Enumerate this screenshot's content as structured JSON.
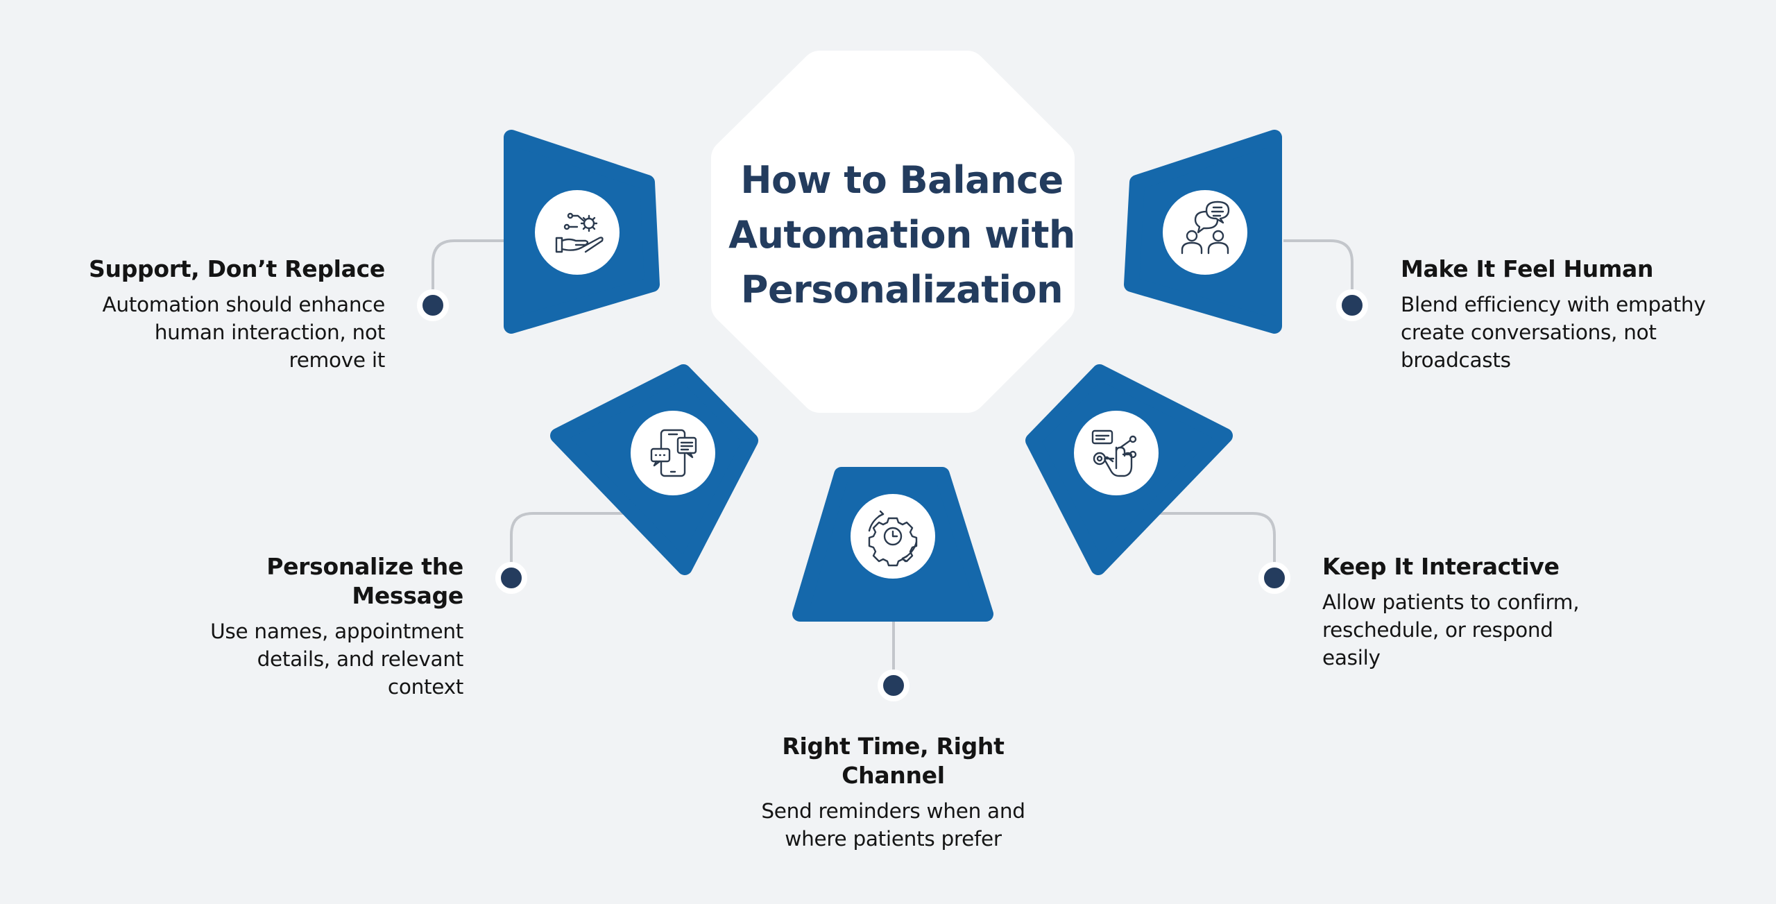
{
  "title": {
    "line1": "How to Balance",
    "line2": "Automation with",
    "line3": "Personalization"
  },
  "steps": [
    {
      "id": "support",
      "heading": "Support, Don’t Replace",
      "description": "Automation should enhance human interaction, not remove it",
      "icon": "hand-gears-icon"
    },
    {
      "id": "personalize",
      "heading": "Personalize the Message",
      "description": "Use names, appointment details, and relevant context",
      "icon": "phone-chat-icon"
    },
    {
      "id": "timing",
      "heading": "Right Time, Right Channel",
      "description": "Send reminders when and where patients prefer",
      "icon": "gear-clock-icon"
    },
    {
      "id": "interactive",
      "heading": "Keep It Interactive",
      "description": "Allow patients to confirm, reschedule, or respond easily",
      "icon": "touch-network-icon"
    },
    {
      "id": "human",
      "heading": "Make It Feel Human",
      "description": "Blend efficiency with empathy create conversations, not broadcasts",
      "icon": "people-chat-icon"
    }
  ],
  "colors": {
    "background": "#f1f3f5",
    "panel": "#1568ab",
    "title": "#233c5e",
    "dot": "#243c5e",
    "connector": "#c3c6cb"
  }
}
